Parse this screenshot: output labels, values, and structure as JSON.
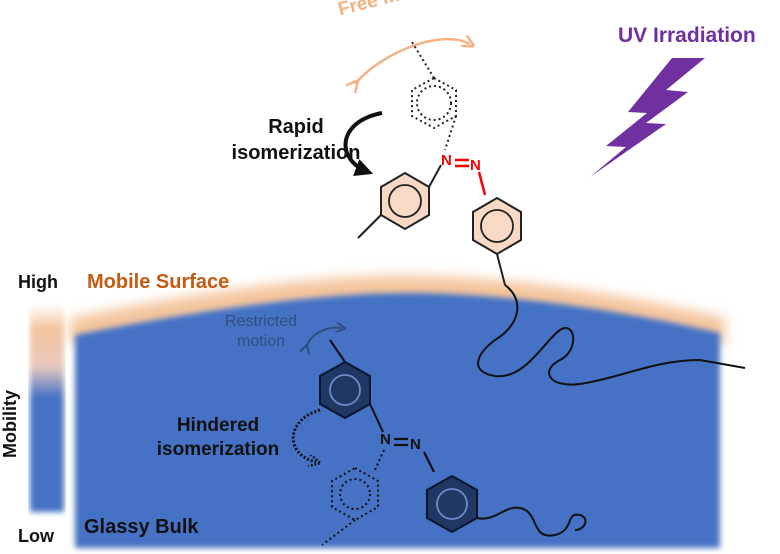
{
  "labels": {
    "free_motion": "Free motion",
    "uv_irradiation": "UV Irradiation",
    "rapid_line1": "Rapid",
    "rapid_line2": "isomerization",
    "mobile_surface": "Mobile Surface",
    "high": "High",
    "low": "Low",
    "mobility": "Mobility",
    "restricted_line1": "Restricted",
    "restricted_line2": "motion",
    "hindered_line1": "Hindered",
    "hindered_line2": "isomerization",
    "glassy_bulk": "Glassy Bulk",
    "azo_top_n1": "N",
    "azo_top_n2": "N",
    "azo_bottom_n1": "N",
    "azo_bottom_n2": "N"
  },
  "colors": {
    "bulk_blue": "#4472c4",
    "surface_orange": "#f4c49c",
    "free_motion": "#f4b183",
    "uv": "#7030a0",
    "mobile_surface_text": "#c55a11",
    "restricted_text": "#2f4f7f",
    "azo_red": "#ff0000",
    "ring_pink_fill": "#f8d9c6",
    "ring_dark_fill": "#1f3864",
    "ring_dark_stroke": "#0b1530"
  },
  "icons": {
    "uv": "lightning-bolt-icon"
  }
}
